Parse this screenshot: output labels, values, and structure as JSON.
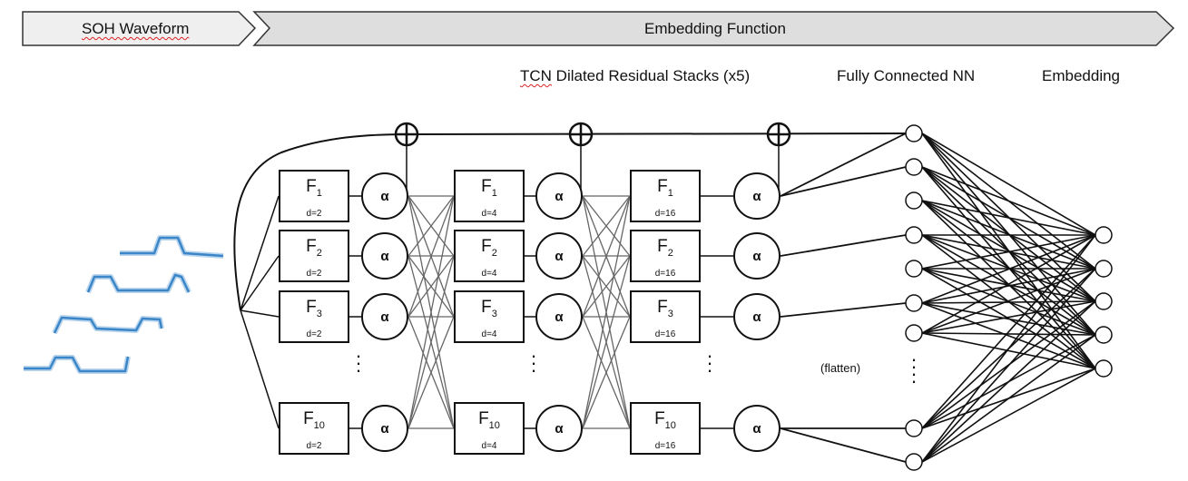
{
  "header": {
    "soh_waveform": "SOH Waveform",
    "embedding_function": "Embedding Function"
  },
  "sections": {
    "tcn": "TCN Dilated Residual Stacks (x5)",
    "fcnn": "Fully Connected NN",
    "embedding": "Embedding"
  },
  "stacks": [
    {
      "dilation": "d=2"
    },
    {
      "dilation": "d=4"
    },
    {
      "dilation": "d=16"
    }
  ],
  "filters": [
    {
      "name": "F",
      "index": "1"
    },
    {
      "name": "F",
      "index": "2"
    },
    {
      "name": "F",
      "index": "3"
    },
    {
      "name": "F",
      "index": "10"
    }
  ],
  "activation_symbol": "α",
  "flatten_label": "(flatten)",
  "colors": {
    "waveform": "#3a86c8",
    "header_fill": "#eeeeee",
    "header_stroke": "#333333",
    "cross_lines": "#666666"
  }
}
